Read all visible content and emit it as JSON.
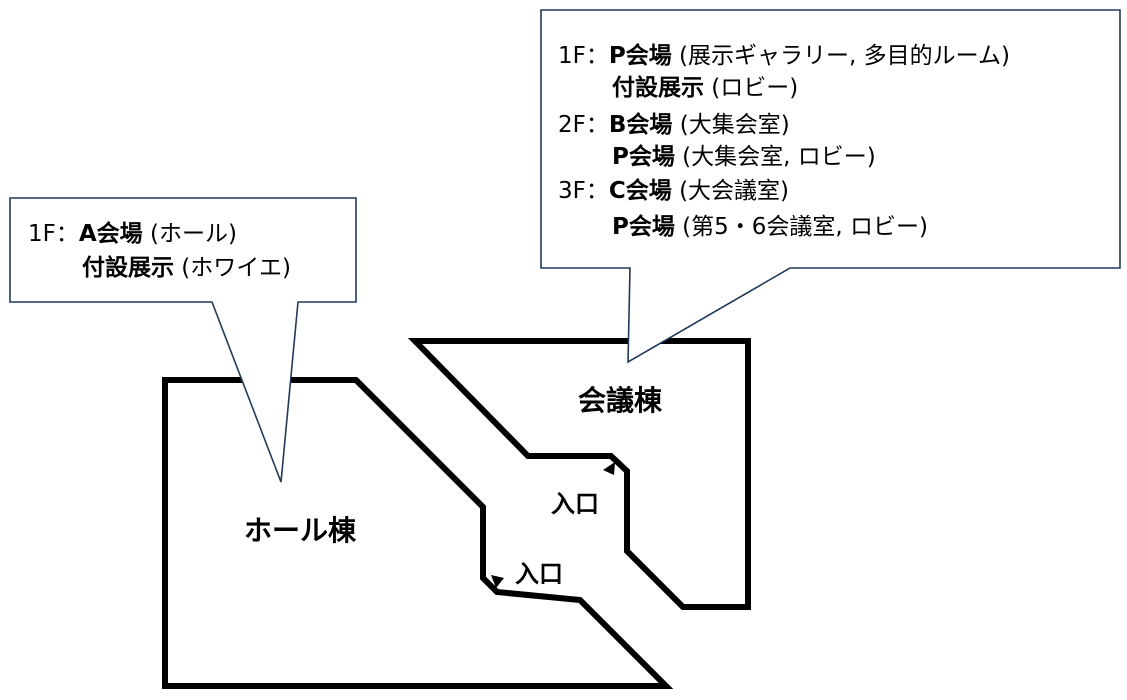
{
  "callout_right": {
    "lines": [
      {
        "floor": "1F：",
        "place": "P会場",
        "detail": " (展示ギャラリー, 多目的ルーム)"
      },
      {
        "floor": "",
        "place": "付設展示",
        "detail": " (ロビー)"
      },
      {
        "floor": "2F：",
        "place": "B会場",
        "detail": " (大集会室)"
      },
      {
        "floor": "",
        "place": "P会場",
        "detail": " (大集会室, ロビー)"
      },
      {
        "floor": "3F：",
        "place": "C会場",
        "detail": " (大会議室)"
      },
      {
        "floor": "",
        "place": "P会場",
        "detail": " (第5・6会議室, ロビー)"
      }
    ]
  },
  "callout_left": {
    "lines": [
      {
        "floor": "1F：",
        "place": "A会場",
        "detail": " (ホール)"
      },
      {
        "floor": "",
        "place": "付設展示",
        "detail": " (ホワイエ)"
      }
    ]
  },
  "buildings": {
    "hall": "ホール棟",
    "conference": "会議棟"
  },
  "entrances": {
    "upper": "入口",
    "lower": "入口"
  },
  "colors": {
    "callout_border": "#1f3a5a",
    "building_outline": "#000000"
  }
}
